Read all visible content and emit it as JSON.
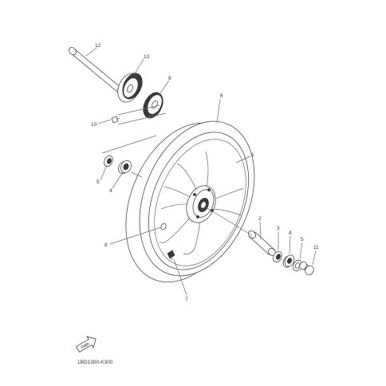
{
  "callouts": {
    "c1": "1",
    "c2": "2",
    "c3": "3",
    "c4a": "4",
    "c4b": "4",
    "c5a": "5",
    "c5b": "5",
    "c6": "6",
    "c7": "7",
    "c8": "8",
    "c9": "9",
    "c10": "10",
    "c11": "11",
    "c12": "12",
    "c13": "13"
  },
  "forward_label": "FWD",
  "reference_code": "1BD1300-K300",
  "colors": {
    "line": "#6a6a6a",
    "text": "#333333",
    "dark_part": "#3a3a3a"
  }
}
